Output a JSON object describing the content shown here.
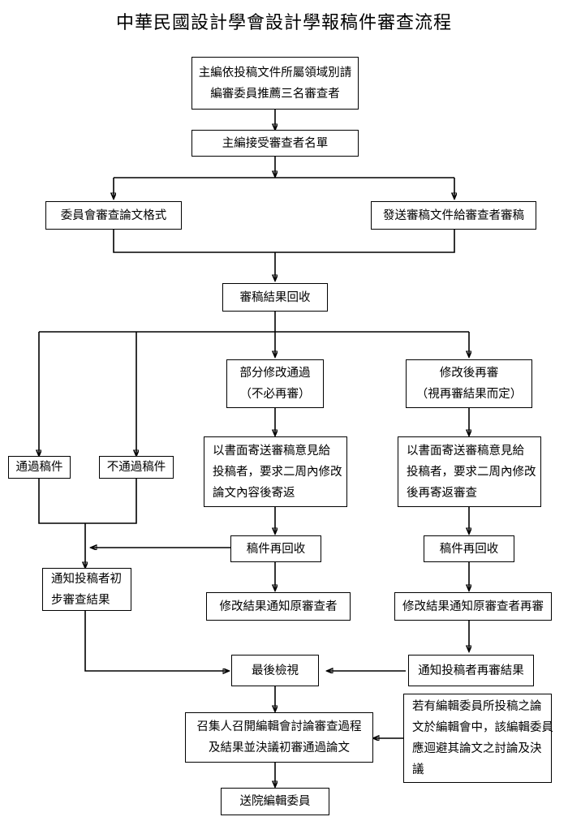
{
  "title": "中華民國設計學會設計學報稿件審查流程",
  "nodes": {
    "n1": {
      "name": "assign-reviewers",
      "lines": [
        "主編依投稿文件所屬領域別請",
        "編審委員推薦三名審查者"
      ]
    },
    "n2": {
      "name": "accept-reviewer-list",
      "lines": [
        "主編接受審查者名單"
      ]
    },
    "n3": {
      "name": "committee-format-review",
      "lines": [
        "委員會審查論文格式"
      ]
    },
    "n4": {
      "name": "send-manuscript-to-reviewers",
      "lines": [
        "發送審稿文件給審查者審稿"
      ]
    },
    "n5": {
      "name": "collect-review-results",
      "lines": [
        "審稿結果回收"
      ]
    },
    "n6": {
      "name": "partial-revision-accept",
      "lines": [
        "部分修改通過",
        "（不必再審）"
      ]
    },
    "n7": {
      "name": "revise-and-rereview",
      "lines": [
        "修改後再審",
        "（視再審結果而定）"
      ]
    },
    "n8": {
      "name": "accepted-manuscript",
      "lines": [
        "通過稿件"
      ]
    },
    "n9": {
      "name": "rejected-manuscript",
      "lines": [
        "不通過稿件"
      ]
    },
    "n10": {
      "name": "mail-comments-revise-return",
      "lines": [
        "以書面寄送審稿意見給",
        "投稿者，要求二周內修改",
        "論文內容後寄返"
      ]
    },
    "n11": {
      "name": "mail-comments-revise-rereview",
      "lines": [
        "以書面寄送審稿意見給",
        "投稿者，要求二周內修改",
        "後再寄返審查"
      ]
    },
    "n12": {
      "name": "recollect-manuscript-center",
      "lines": [
        "稿件再回收"
      ]
    },
    "n13": {
      "name": "recollect-manuscript-right",
      "lines": [
        "稿件再回收"
      ]
    },
    "n14": {
      "name": "notify-author-initial-result",
      "lines": [
        "通知投稿者初",
        "步審查結果"
      ]
    },
    "n15": {
      "name": "notify-original-reviewer",
      "lines": [
        "修改結果通知原審查者"
      ]
    },
    "n16": {
      "name": "notify-original-reviewer-rereview",
      "lines": [
        "修改結果通知原審查者再審"
      ]
    },
    "n17": {
      "name": "final-check",
      "lines": [
        "最後檢視"
      ]
    },
    "n18": {
      "name": "notify-author-rereview-result",
      "lines": [
        "通知投稿者再審結果"
      ]
    },
    "n19": {
      "name": "convener-editorial-meeting",
      "lines": [
        "召集人召開編輯會討論審查過程",
        "及結果並決議初審通過論文"
      ]
    },
    "n20": {
      "name": "recusal-note",
      "lines": [
        "若有編輯委員所投稿之論",
        "文於編輯會中，該編輯委員",
        "應迴避其論文之討論及決",
        "議"
      ]
    },
    "n21": {
      "name": "send-to-institute-editors",
      "lines": [
        "送院編輯委員"
      ]
    }
  },
  "colors": {
    "stroke": "#000000",
    "background": "#ffffff",
    "text": "#000000"
  }
}
